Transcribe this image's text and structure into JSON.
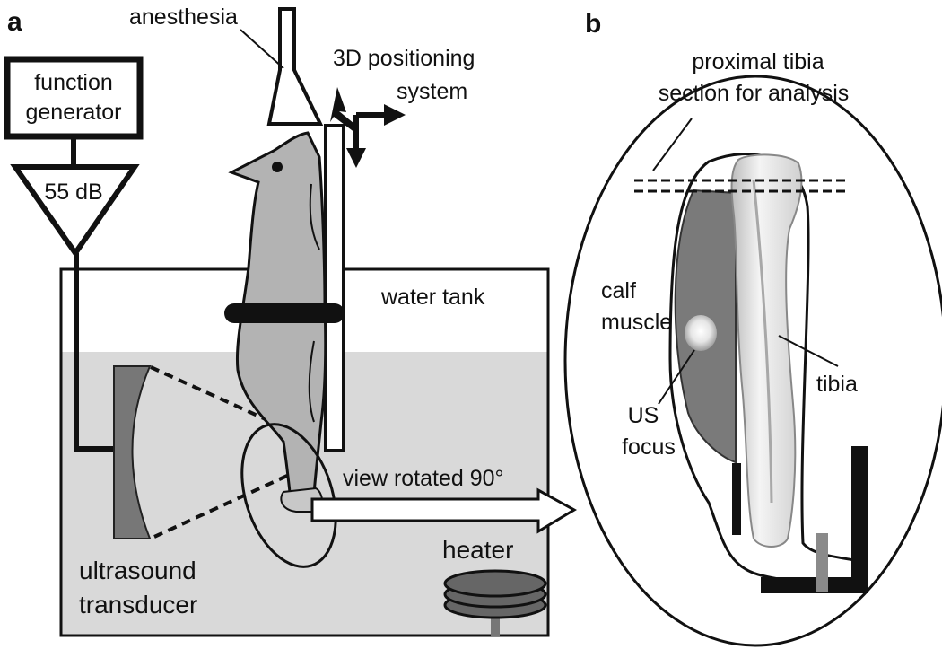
{
  "panel_a": {
    "letter": "a",
    "labels": {
      "anesthesia": "anesthesia",
      "positioning_line1": "3D positioning",
      "positioning_line2": "system",
      "function_line1": "function",
      "function_line2": "generator",
      "amplifier": "55 dB",
      "water_tank": "water tank",
      "view_rotated": "view rotated 90°",
      "heater": "heater",
      "transducer_line1": "ultrasound",
      "transducer_line2": "transducer"
    }
  },
  "panel_b": {
    "letter": "b",
    "labels": {
      "section_line1": "proximal tibia",
      "section_line2": "section for analysis",
      "calf_line1": "calf",
      "calf_line2": "muscle",
      "tibia": "tibia",
      "focus_line1": "US",
      "focus_line2": "focus"
    }
  },
  "colors": {
    "water": "#d9d9d9",
    "mouse": "#b3b3b3",
    "transducer": "#777777",
    "muscle": "#7a7a7a",
    "bone": "#eeeeee",
    "outline": "#111111"
  }
}
